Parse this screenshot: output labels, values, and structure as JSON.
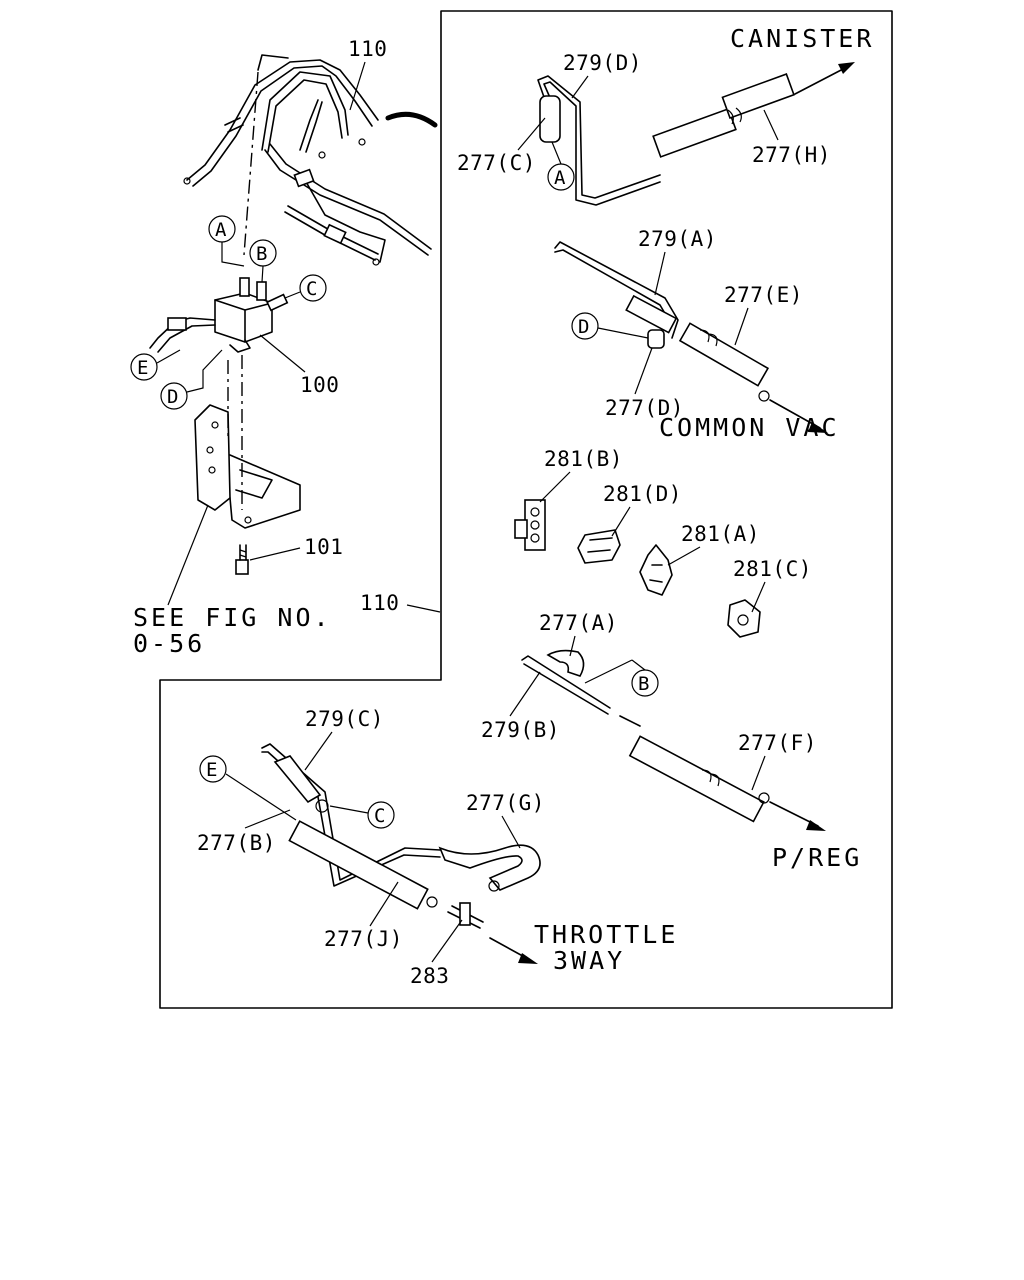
{
  "labels": {
    "p110_top": "110",
    "p110_side": "110",
    "p100": "100",
    "p101": "101",
    "see_fig_1": "SEE FIG NO.",
    "see_fig_2": "0-56",
    "p279D": "279(D)",
    "p277C": "277(C)",
    "p277H": "277(H)",
    "canister": "CANISTER",
    "p279A": "279(A)",
    "p277E": "277(E)",
    "p277D": "277(D)",
    "common_vac": "COMMON VAC",
    "p281B": "281(B)",
    "p281D": "281(D)",
    "p281A": "281(A)",
    "p281C": "281(C)",
    "p277A": "277(A)",
    "p279B": "279(B)",
    "p277F": "277(F)",
    "preg": "P/REG",
    "p279C": "279(C)",
    "p277B": "277(B)",
    "p277G": "277(G)",
    "p277J": "277(J)",
    "p283": "283",
    "throttle_1": "THROTTLE",
    "throttle_2": "3WAY"
  },
  "callouts": {
    "A": "A",
    "B": "B",
    "C": "C",
    "D": "D",
    "E": "E"
  }
}
